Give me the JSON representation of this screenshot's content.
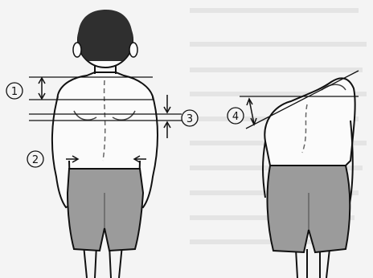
{
  "figure": {
    "markers": {
      "m1": "1",
      "m2": "2",
      "m3": "3",
      "m4": "4"
    }
  },
  "colors": {
    "ink": "#111111",
    "hair": "#2f2f2f",
    "skin": "#fbfbfb",
    "shorts": "#9b9b9b",
    "background_text": "#c9c9c9",
    "paper": "#f4f4f4"
  }
}
